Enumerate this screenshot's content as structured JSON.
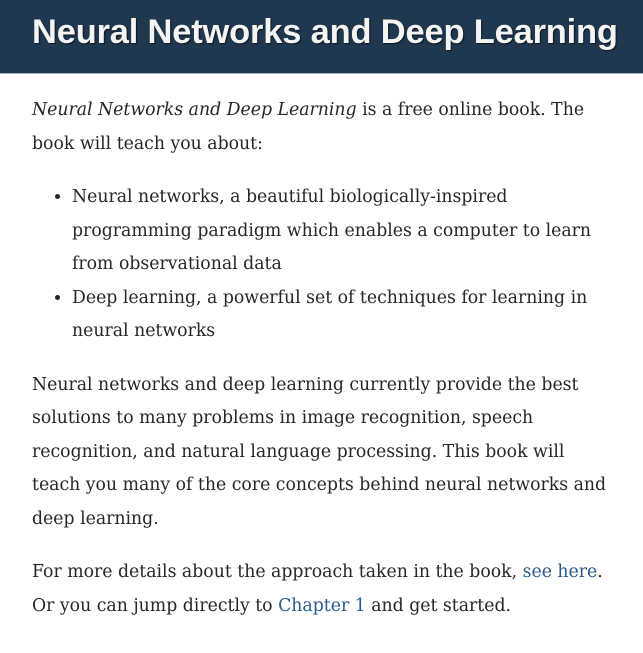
{
  "header": {
    "title": "Neural Networks and Deep Learning"
  },
  "intro": {
    "book_title": "Neural Networks and Deep Learning",
    "text": " is a free online book. The book will teach you about:"
  },
  "topics": [
    "Neural networks, a beautiful biologically-inspired programming paradigm which enables a computer to learn from observational data",
    "Deep learning, a powerful set of techniques for learning in neural networks"
  ],
  "summary": "Neural networks and deep learning currently provide the best solutions to many problems in image recognition, speech recognition, and natural language processing. This book will teach you many of the core concepts behind neural networks and deep learning.",
  "more": {
    "text_before": "For more details about the approach taken in the book, ",
    "link_see_here": "see here",
    "text_middle": ". Or you can jump directly to ",
    "link_chapter1": "Chapter 1",
    "text_after": " and get started."
  },
  "colors": {
    "header_bg": "#1f374f",
    "link": "#2a5a8a",
    "text": "#262626"
  }
}
